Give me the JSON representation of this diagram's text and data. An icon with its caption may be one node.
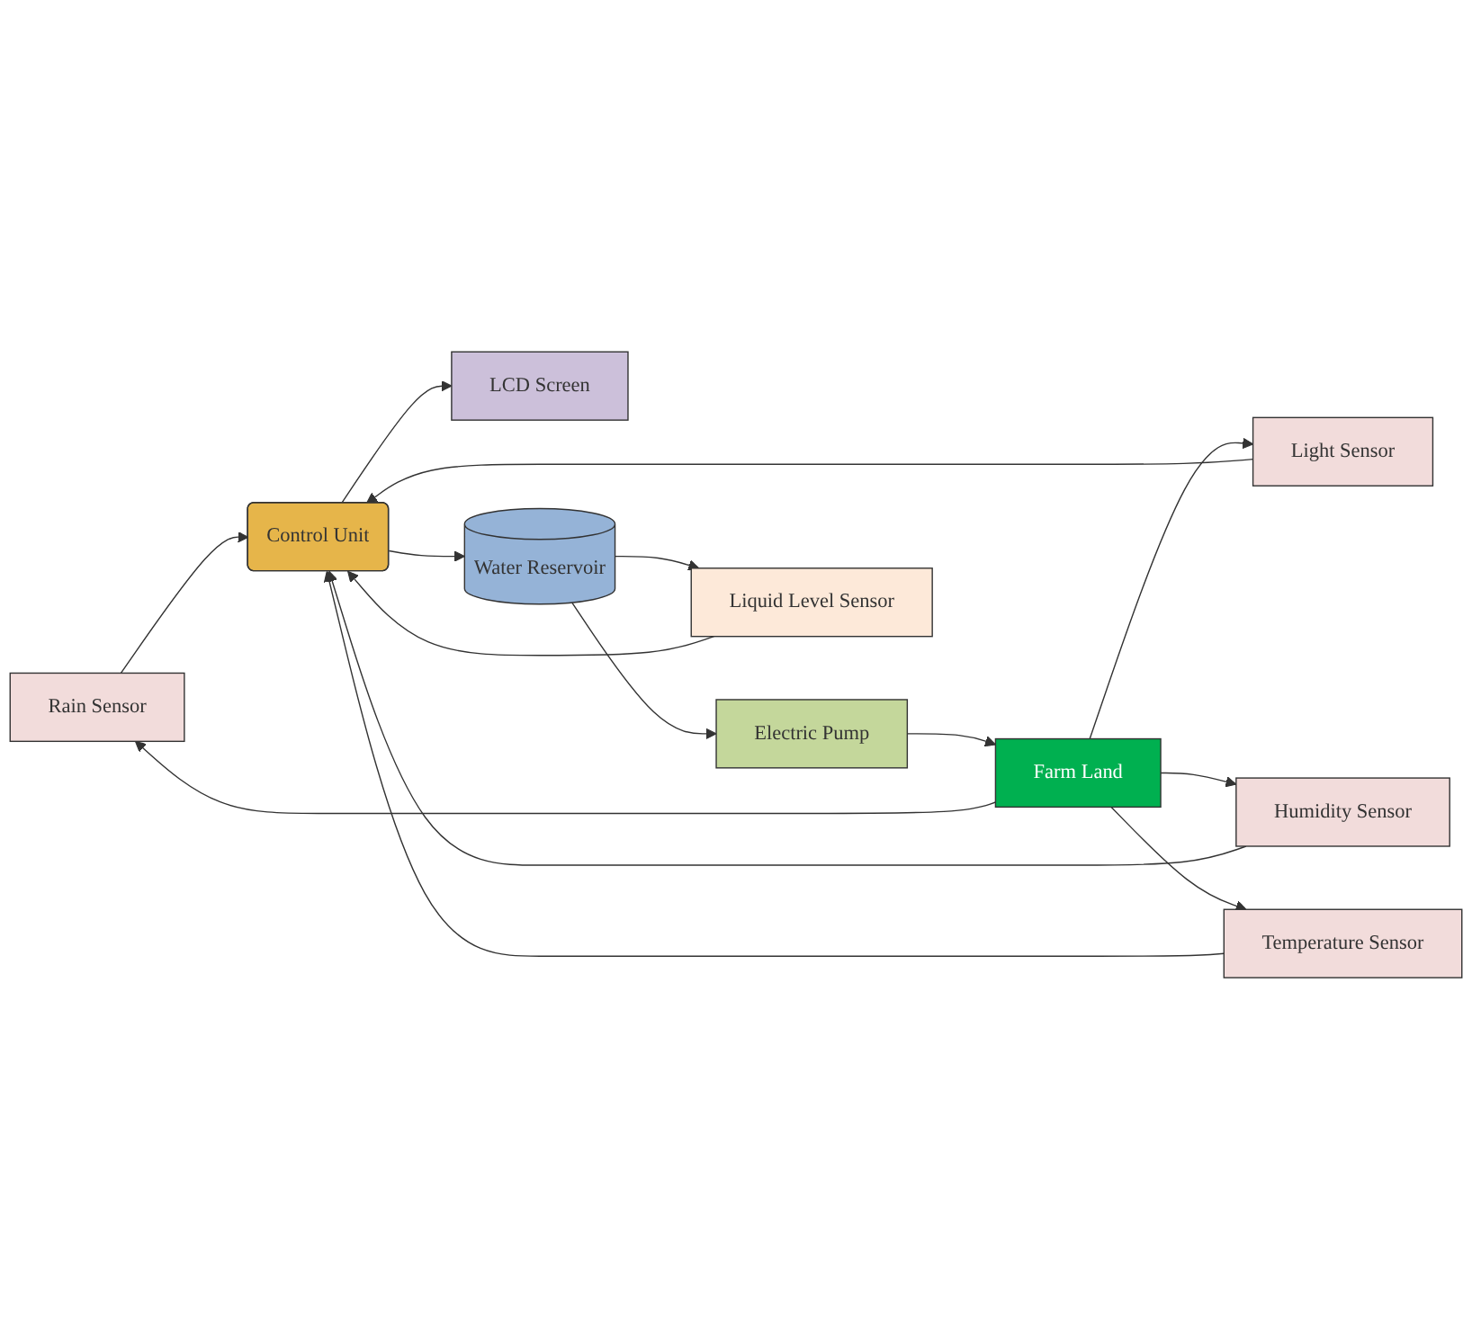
{
  "diagram": {
    "nodes": [
      {
        "text": [
          "Rain Sensor"
        ]
      },
      {
        "text": [
          "Light Sensor"
        ]
      },
      {
        "text": [
          "Humidity Sensor"
        ]
      },
      {
        "text": [
          "Temperature Sensor"
        ]
      },
      {
        "text": [
          "Farm Land"
        ]
      },
      {
        "text": [
          "LCD Screen"
        ]
      },
      {
        "text": [
          "Control Unit"
        ]
      },
      {
        "text": [
          "Water Reservoir"
        ]
      },
      {
        "text": [
          "Electric Pump"
        ]
      },
      {
        "text": [
          "Liquid Level Sensor"
        ]
      }
    ],
    "edges": [
      {
        "from": 4,
        "to": 0,
        "arrow": "to"
      },
      {
        "from": 4,
        "to": 1,
        "arrow": "to"
      },
      {
        "from": 4,
        "to": 2,
        "arrow": "to"
      },
      {
        "from": 4,
        "to": 3,
        "arrow": "to"
      },
      {
        "from": 0,
        "to": 6,
        "arrow": "to"
      },
      {
        "from": 1,
        "to": 6,
        "arrow": "to"
      },
      {
        "from": 2,
        "to": 6,
        "arrow": "to"
      },
      {
        "from": 3,
        "to": 6,
        "arrow": "to"
      },
      {
        "from": 6,
        "to": 5,
        "arrow": "to"
      },
      {
        "from": 6,
        "to": 7,
        "arrow": "to"
      },
      {
        "from": 7,
        "to": 8,
        "arrow": "to"
      },
      {
        "from": 7,
        "to": 9,
        "arrow": "to"
      },
      {
        "from": 9,
        "to": 6,
        "arrow": "to"
      },
      {
        "from": 8,
        "to": 4,
        "arrow": "to"
      }
    ]
  }
}
